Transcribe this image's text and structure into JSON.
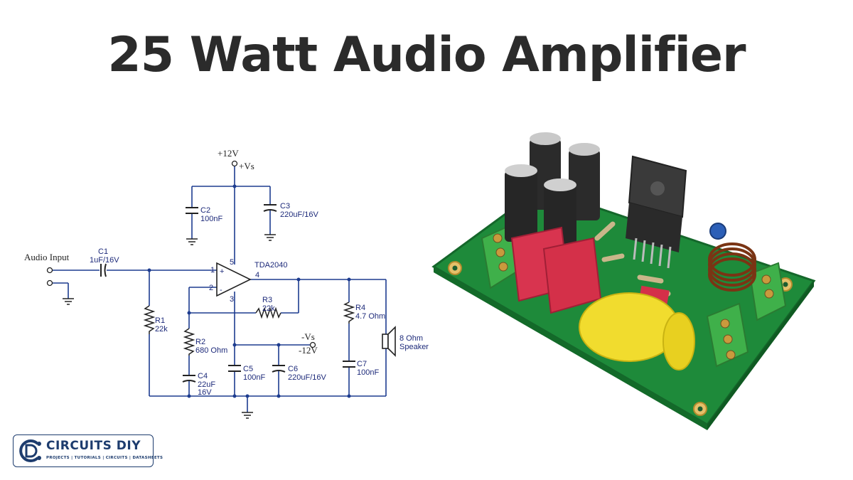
{
  "title": "25 Watt Audio Amplifier",
  "schematic": {
    "supply_pos": "+12V",
    "vs_pos": "+Vs",
    "audio_input": "Audio Input",
    "c1": "C1",
    "c1_val": "1uF/16V",
    "c2": "C2",
    "c2_val": "100nF",
    "c3": "C3",
    "c3_val": "220uF/16V",
    "ic": "TDA2040",
    "pin1": "1",
    "pin2": "2",
    "pin3": "3",
    "pin4": "4",
    "pin5": "5",
    "r1": "R1",
    "r1_val": "22k",
    "r2": "R2",
    "r2_val": "680 Ohm",
    "r3": "R3",
    "r3_val": "22k",
    "r4": "R4",
    "r4_val": "4.7 Ohm",
    "c4": "C4",
    "c4_val1": "22uF",
    "c4_val2": "16V",
    "c5": "C5",
    "c5_val": "100nF",
    "c6": "C6",
    "c6_val": "220uF/16V",
    "c7": "C7",
    "c7_val": "100nF",
    "vs_neg": "-Vs",
    "supply_neg": "-12V",
    "speaker1": "8 Ohm",
    "speaker2": "Speaker",
    "plus_sign": "+",
    "minus_sign": "-"
  },
  "logo": {
    "name": "CIRCUITS DIY",
    "tagline": "PROJECTS | TUTORIALS | CIRCUITS | DATASHEETS"
  },
  "colors": {
    "wire": "#1d3c8f",
    "pcb": "#1e8a3a",
    "terminal": "#3fb04a",
    "cap_red": "#d8344f",
    "cap_yellow": "#f1dc2e",
    "heatsink": "#3a3a3a"
  }
}
